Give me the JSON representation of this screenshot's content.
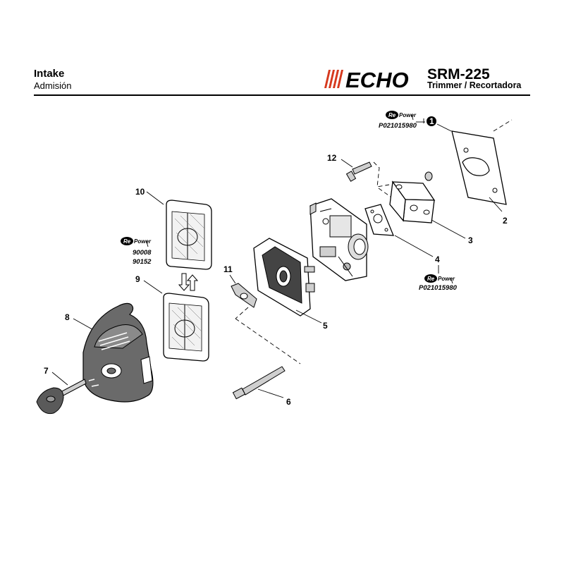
{
  "header": {
    "title": "Intake",
    "subtitle": "Admisión",
    "brand": "ECHO",
    "model": "SRM-225",
    "model_subtitle": "Trimmer / Recortadora",
    "brand_color": "#d6391e"
  },
  "callouts": [
    {
      "id": "1",
      "label": "1"
    },
    {
      "id": "2",
      "label": "2"
    },
    {
      "id": "3",
      "label": "3"
    },
    {
      "id": "4",
      "label": "4"
    },
    {
      "id": "5",
      "label": "5"
    },
    {
      "id": "6",
      "label": "6"
    },
    {
      "id": "7",
      "label": "7"
    },
    {
      "id": "8",
      "label": "8"
    },
    {
      "id": "9",
      "label": "9"
    },
    {
      "id": "10",
      "label": "10"
    },
    {
      "id": "11",
      "label": "11"
    },
    {
      "id": "12",
      "label": "12"
    }
  ],
  "repower": {
    "badge_re": "Re",
    "badge_power": "Power",
    "kit_top": "P021015980",
    "kit_right": "P021015980",
    "kit_left_1": "90008",
    "kit_left_2": "90152"
  }
}
